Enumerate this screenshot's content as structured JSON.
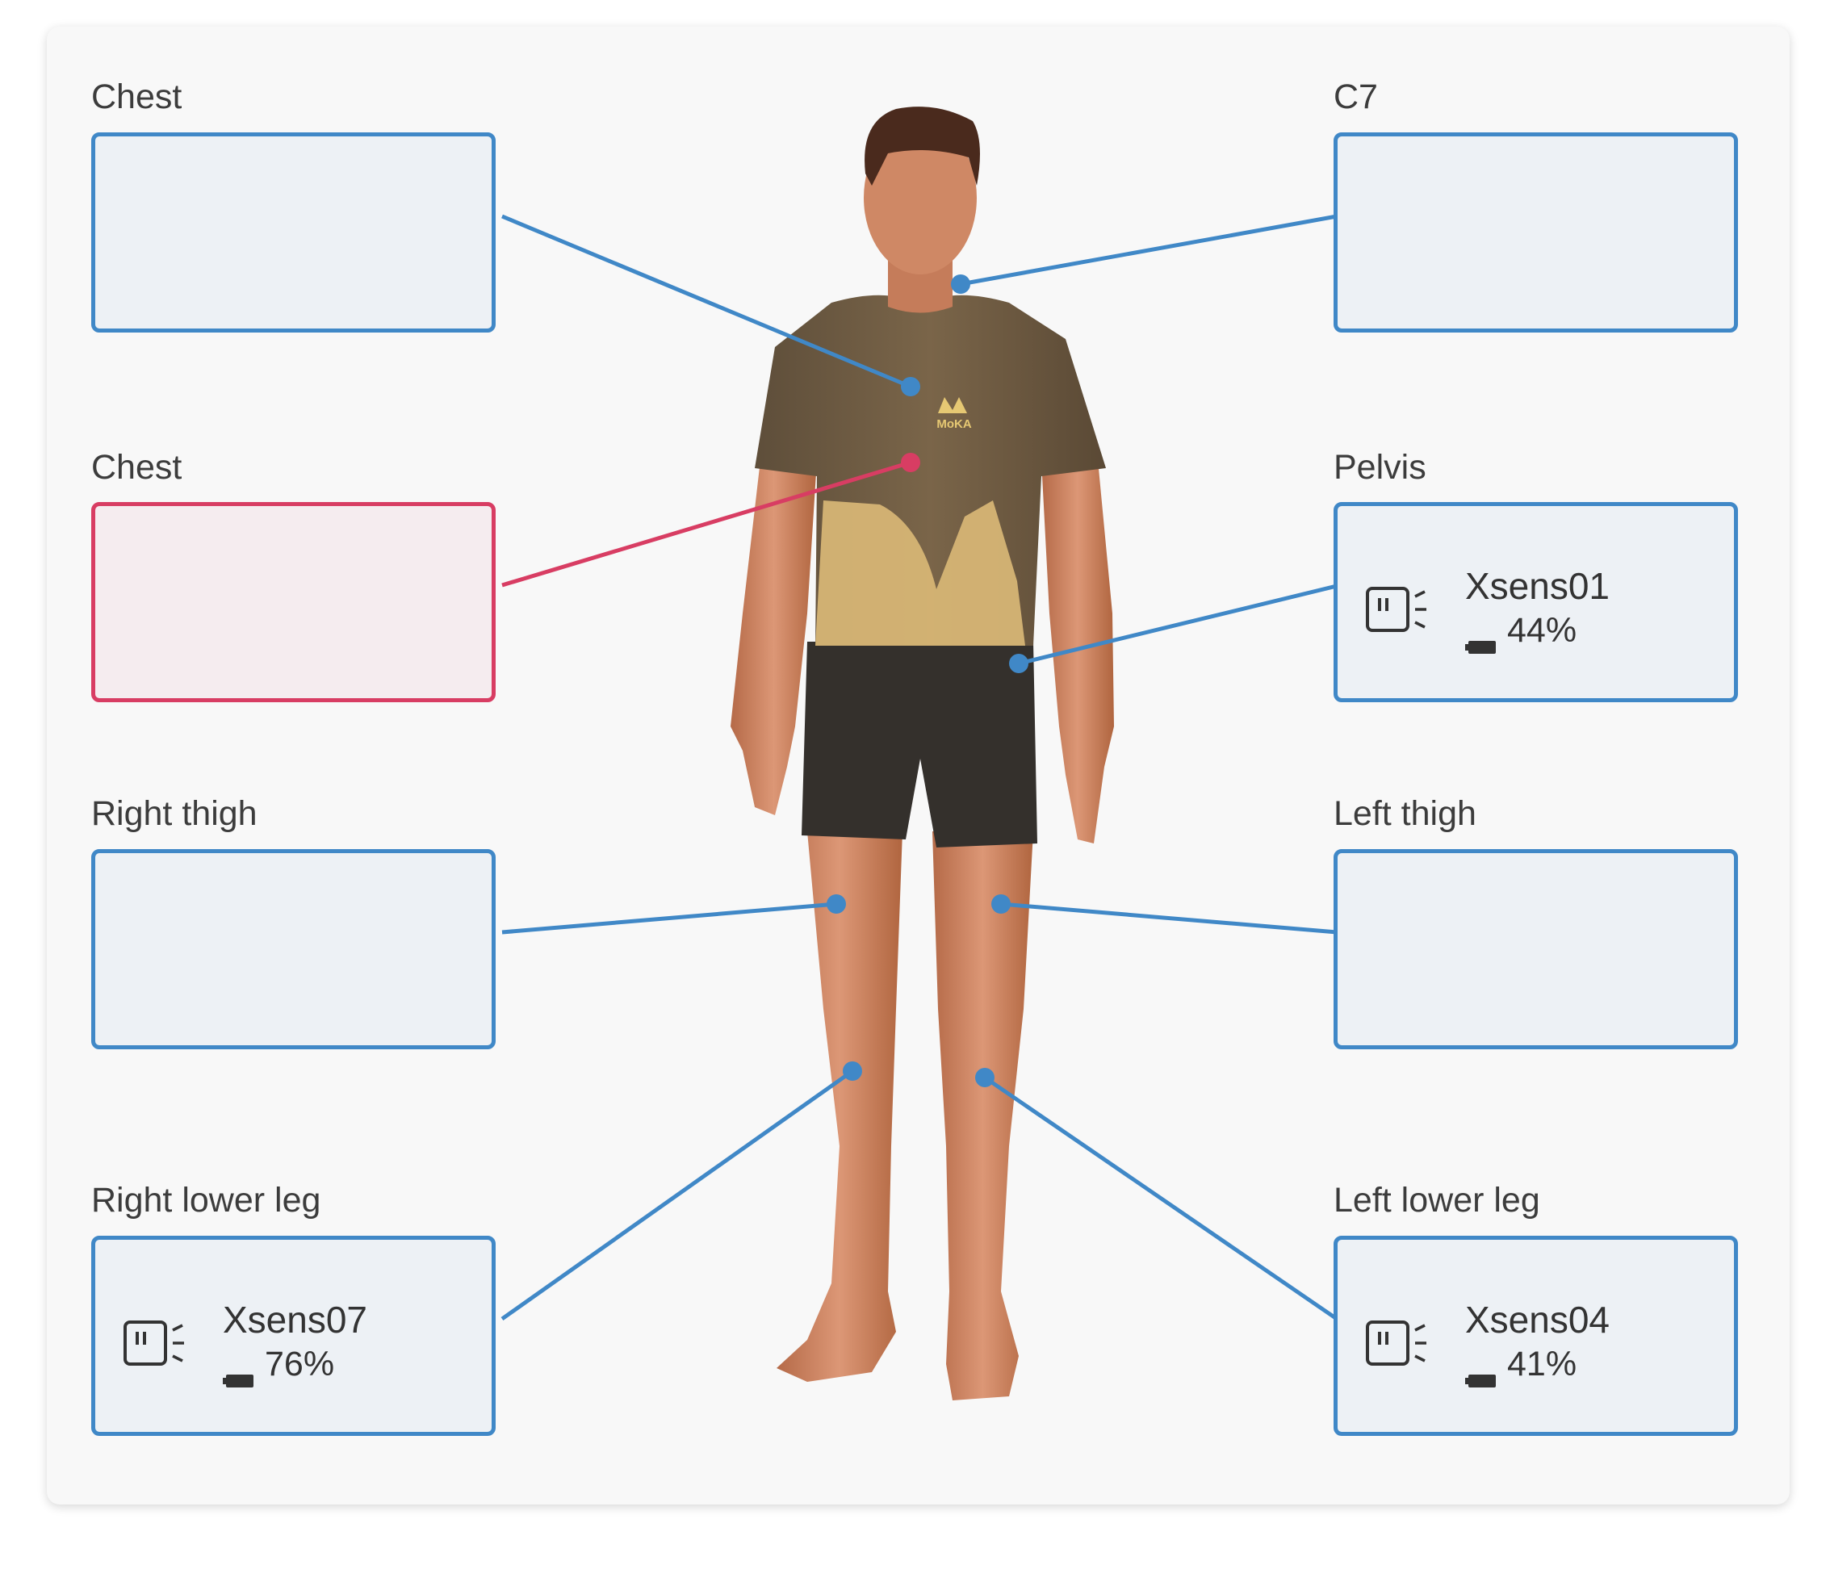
{
  "colors": {
    "panel_bg": "#f8f8f8",
    "slot_border": "#4088c7",
    "slot_fill": "#edf1f5",
    "active_border": "#d83d63",
    "active_fill": "#f5ecef",
    "link_blue": "#4088c7",
    "link_active": "#d83d63"
  },
  "figure": {
    "shirt_logo": "MoKA"
  },
  "slots": {
    "chest_top": {
      "label": "Chest"
    },
    "c7": {
      "label": "C7"
    },
    "chest_active": {
      "label": "Chest"
    },
    "pelvis": {
      "label": "Pelvis",
      "sensor": {
        "name": "Xsens01",
        "battery": "44%",
        "icon": "sensor-icon"
      }
    },
    "right_thigh": {
      "label": "Right thigh"
    },
    "left_thigh": {
      "label": "Left thigh"
    },
    "right_lower_leg": {
      "label": "Right lower leg",
      "sensor": {
        "name": "Xsens07",
        "battery": "76%",
        "icon": "sensor-icon"
      }
    },
    "left_lower_leg": {
      "label": "Left lower leg",
      "sensor": {
        "name": "Xsens04",
        "battery": "41%",
        "icon": "sensor-icon"
      }
    }
  }
}
